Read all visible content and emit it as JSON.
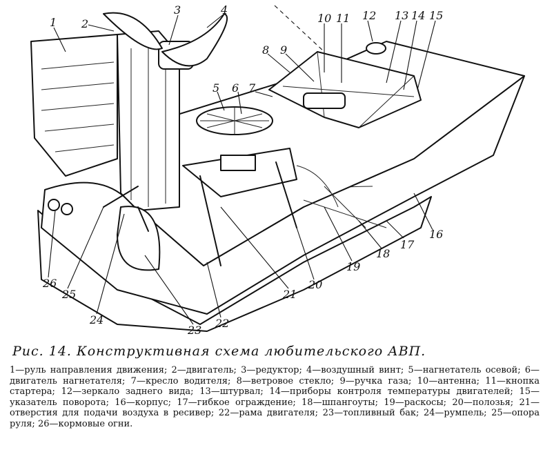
{
  "caption": "Рис. 14. Конструктивная схема любительского АВП.",
  "legend": "1—руль направления движения; 2—двигатель; 3—редуктор; 4—воздушный винт; 5—нагнетатель осевой; 6—двигатель нагнетателя; 7—кресло водителя; 8—ветровое стекло; 9—ручка газа; 10—антенна; 11—кнопка стартера; 12—зеркало заднего вида; 13—штурвал; 14—приборы контроля температуры двигателей; 15—указатель поворота; 16—корпус; 17—гибкое ограждение; 18—шпангоуты; 19—раскосы; 20—полозья; 21—отверстия для подачи воздуха в ресивер; 22—рама двигателя; 23—топливный бак; 24—румпель; 25—опора руля; 26—кормовые огни.",
  "callouts": [
    "1",
    "2",
    "3",
    "4",
    "5",
    "6",
    "7",
    "8",
    "9",
    "10",
    "11",
    "12",
    "13",
    "14",
    "15",
    "16",
    "17",
    "18",
    "19",
    "20",
    "21",
    "22",
    "23",
    "24",
    "25",
    "26"
  ]
}
